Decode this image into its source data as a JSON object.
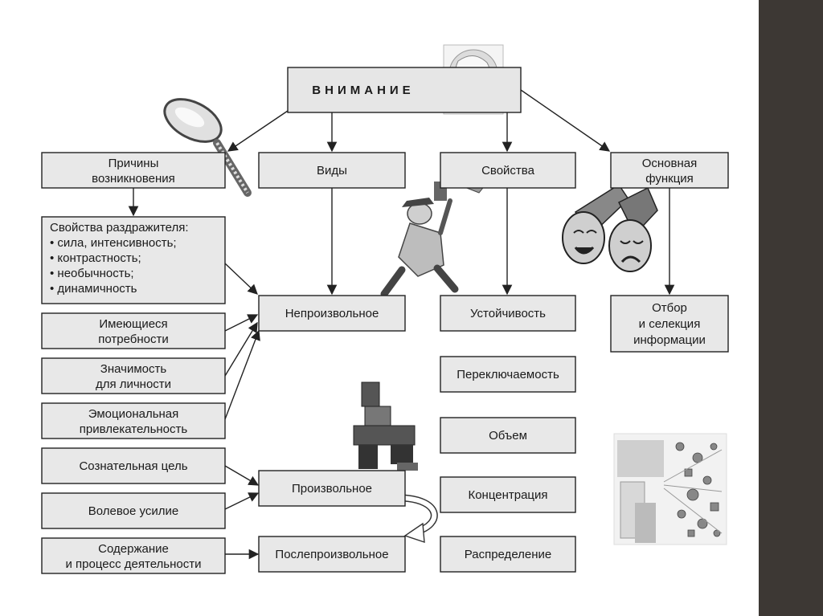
{
  "title": "ВНИМАНИЕ",
  "level1": {
    "causes": [
      "Причины",
      "возникновения"
    ],
    "types": "Виды",
    "properties": "Свойства",
    "function": [
      "Основная",
      "функция"
    ]
  },
  "causes": {
    "stimulus": {
      "heading": "Свойства раздражителя:",
      "items": [
        "сила, интенсивность;",
        "контрастность;",
        "необычность;",
        "динамичность"
      ]
    },
    "needs": [
      "Имеющиеся",
      "потребности"
    ],
    "significance": [
      "Значимость",
      "для личности"
    ],
    "emotional": [
      "Эмоциональная",
      "привлекательность"
    ],
    "conscious_goal": "Сознательная цель",
    "will_effort": "Волевое усилие",
    "activity": [
      "Содержание",
      "и процесс деятельности"
    ]
  },
  "types": {
    "involuntary": "Непроизвольное",
    "voluntary": "Произвольное",
    "post_voluntary": "Послепроизвольное"
  },
  "properties": {
    "stability": "Устойчивость",
    "switching": "Переключаемость",
    "volume": "Объем",
    "concentration": "Концентрация",
    "distribution": "Распределение"
  },
  "function": [
    "Отбор",
    "и селекция",
    "информации"
  ],
  "illustrations": [
    "brain-figure",
    "magnifier",
    "running-man",
    "binoculars-masks",
    "microscope",
    "abstract-mosaic"
  ]
}
